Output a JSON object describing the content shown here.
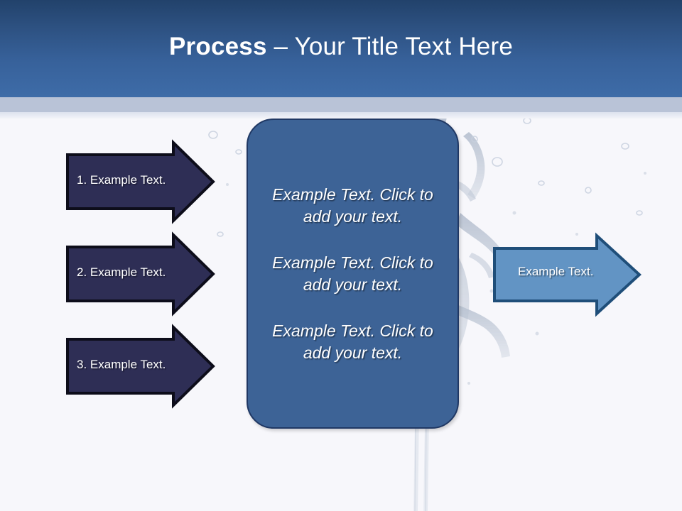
{
  "slide": {
    "title_strong": "Process",
    "title_rest": " – Your Title Text Here",
    "background_color": "#f7f7fb",
    "header_gradient_top": "#22426b",
    "header_gradient_bottom": "#3e6ca8",
    "header_strip_color": "#b9c3d7"
  },
  "center_panel": {
    "fill_color": "#3d6396",
    "border_color": "#203864",
    "paragraphs": [
      "Example Text. Click  to add your text.",
      "Example Text. Click  to add your text.",
      "Example Text. Click  to add your text."
    ]
  },
  "left_arrows": {
    "fill_color": "#2e2e55",
    "border_color": "#0d0d1a",
    "items": [
      {
        "label": "1. Example Text."
      },
      {
        "label": "2. Example Text."
      },
      {
        "label": "3. Example Text."
      }
    ]
  },
  "right_arrow": {
    "fill_color": "#6294c4",
    "border_color": "#1f4e79",
    "label": "Example Text."
  }
}
